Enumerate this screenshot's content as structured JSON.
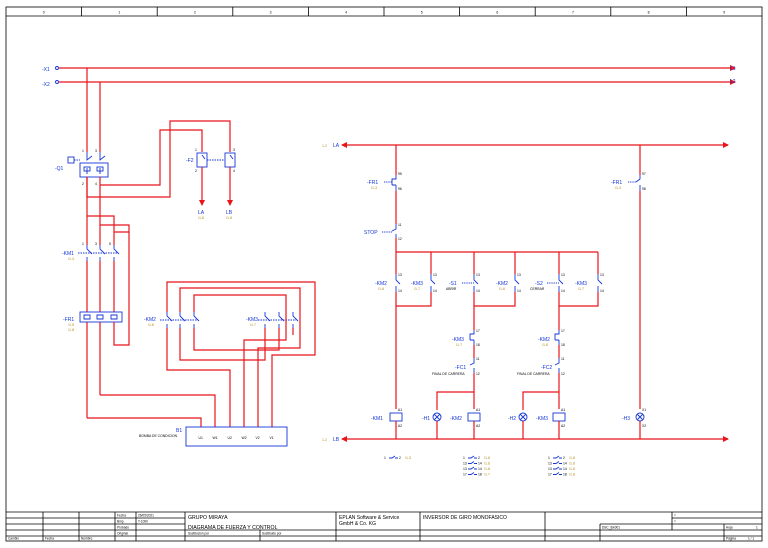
{
  "title_block": {
    "company": "GRUPO MIRAYA",
    "drawing_title": "DIAGRAMA DE FUERZA Y CONTROL",
    "vendor_line1": "EPLAN Software & Service",
    "vendor_line2": "GmbH & Co. KG",
    "project": "INVERSOR DE GIRO MONOFASICO",
    "date_label": "Fecha",
    "date_value": "26/05/2021",
    "edit_label": "Bmp.",
    "edit_value": "T-1000",
    "check_label": "Probado",
    "original_label": "Original",
    "replaced_by": "Sustitución por",
    "replaced_from": "Sustituido por",
    "change_label": "Cambio",
    "col_date": "Fecha",
    "col_name": "Nombre",
    "doc_code": "DSC_fpk001",
    "sheet_label": "Hoja",
    "sheet_value": "1",
    "page_label": "Página",
    "page_value": "1 / 1",
    "eq": "="
  },
  "column_numbers": [
    "0",
    "1",
    "2",
    "3",
    "4",
    "5",
    "6",
    "7",
    "8",
    "9"
  ],
  "power": {
    "x1": "-X1",
    "x2": "-X2",
    "l1": "L1",
    "l2": "L2",
    "q1": "-Q1",
    "f2": "-F2",
    "la": "LA",
    "lb": "LB",
    "la_ref": "/1.8",
    "lb_ref": "/1.8",
    "km1": "-KM1",
    "km1_ref": "/1.3",
    "fr1": "-FR1",
    "fr1_ref1": "/1.5",
    "fr1_ref2": "/1.8",
    "km2": "-KM2",
    "km2_ref": "/1.6",
    "km3": "-KM3",
    "km3_ref": "/1.7",
    "motor": "B1",
    "motor_desc": "BOMBA DE CONDICION",
    "motor_terms": [
      "U1",
      "W1",
      "U2",
      "W2",
      "V2",
      "V1"
    ]
  },
  "control": {
    "la": "LA",
    "lb": "LB",
    "la_ref": "1.2",
    "lb_ref": "1.2",
    "fr1_left": "-FR1",
    "fr1_left_ref": "/1.3",
    "fr1_right": "-FR1",
    "fr1_right_ref": "/1.3",
    "stop": "STOP",
    "km2a": "-KM2",
    "km2a_ref": "/1.6",
    "km3a": "-KM3",
    "km3a_ref": "/1.7",
    "s1": "-S1",
    "s1_desc": "ABRIR",
    "km2b": "-KM2",
    "km2b_ref": "/1.6",
    "s2": "-S2",
    "s2_desc": "CERRAR",
    "km3b": "-KM3",
    "km3b_ref": "/1.7",
    "km3c": "-KM3",
    "km3c_ref": "/1.7",
    "fc1": "-FC1",
    "fc1_desc": "FINAL DE CARRERA",
    "km2c": "-KM2",
    "km2c_ref": "/1.6",
    "fc2": "-FC2",
    "fc2_desc": "FINAL DE CARRERA",
    "coil_km1": "-KM1",
    "h1": "-H1",
    "coil_km2": "-KM2",
    "h2": "-H2",
    "coil_km3": "-KM3",
    "h3": "-H3",
    "xref_km1": [
      {
        "a": "1",
        "b": "2",
        "ref": "/1.3"
      }
    ],
    "xref_km2": [
      {
        "a": "1",
        "b": "2",
        "ref": "/1.6"
      },
      {
        "a": "13",
        "b": "14",
        "ref": "/1.6"
      },
      {
        "a": "13",
        "b": "14",
        "ref": "/1.6"
      },
      {
        "a": "17",
        "b": "18",
        "ref": "/1.7"
      }
    ],
    "xref_km3": [
      {
        "a": "1",
        "b": "2",
        "ref": "/1.8"
      },
      {
        "a": "13",
        "b": "14",
        "ref": "/1.6"
      },
      {
        "a": "13",
        "b": "14",
        "ref": "/1.8"
      },
      {
        "a": "17",
        "b": "18",
        "ref": "/1.8"
      }
    ]
  }
}
